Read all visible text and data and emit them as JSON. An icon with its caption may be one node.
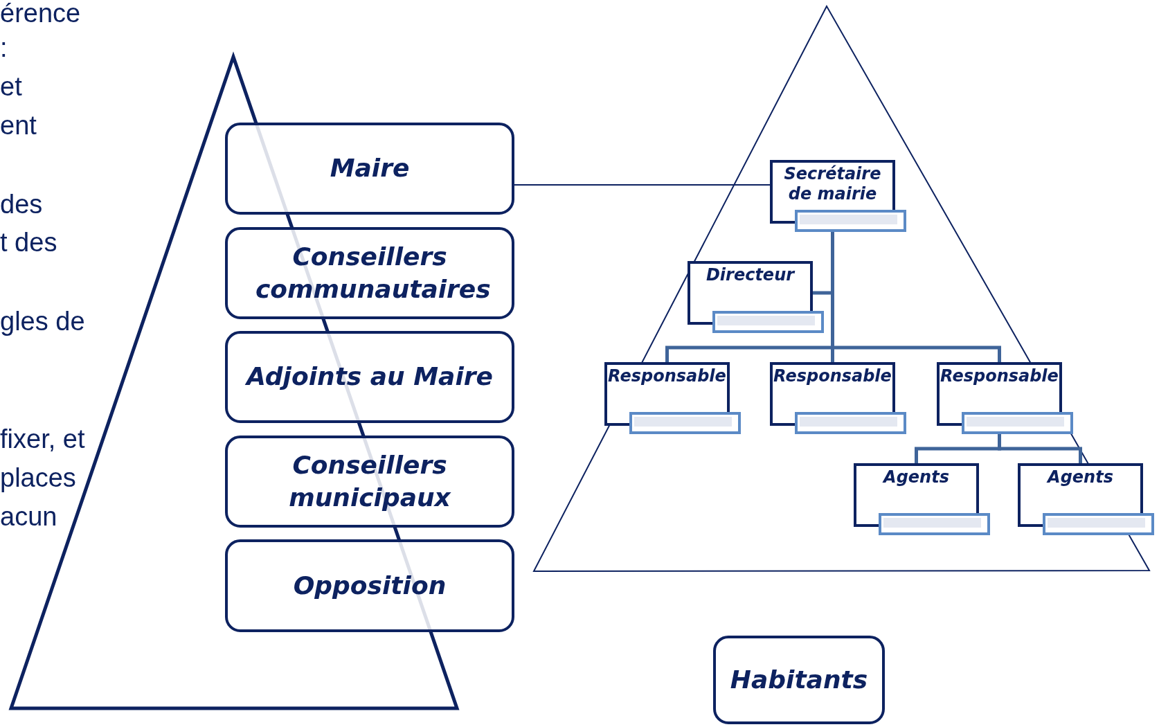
{
  "diagram": {
    "nodes": [
      {
        "text": [
          "Maire"
        ]
      },
      {
        "text": [
          "Conseillers communautaires"
        ]
      },
      {
        "text": [
          "Adjoints au Maire"
        ]
      },
      {
        "text": [
          "Conseillers municipaux"
        ]
      },
      {
        "text": [
          "Opposition"
        ]
      },
      {
        "text": [
          "Secrétaire de mairie"
        ]
      },
      {
        "text": [
          "Directeur"
        ]
      },
      {
        "text": [
          "Responsable"
        ]
      },
      {
        "text": [
          "Responsable"
        ]
      },
      {
        "text": [
          "Responsable"
        ]
      },
      {
        "text": [
          "Agents"
        ]
      },
      {
        "text": [
          "Agents"
        ]
      },
      {
        "text": [
          "Habitants"
        ]
      }
    ],
    "edges": [
      {
        "from": 0,
        "to": 5,
        "arrow": "none"
      },
      {
        "from": 5,
        "to": 6,
        "arrow": "none"
      },
      {
        "from": 5,
        "to": 7,
        "arrow": "none"
      },
      {
        "from": 5,
        "to": 8,
        "arrow": "none"
      },
      {
        "from": 5,
        "to": 9,
        "arrow": "none"
      },
      {
        "from": 9,
        "to": 10,
        "arrow": "none"
      },
      {
        "from": 9,
        "to": 11,
        "arrow": "none"
      }
    ],
    "labels": [
      "érence",
      ":",
      "et",
      "ent",
      "des",
      "t des",
      "gles de",
      "fixer, et",
      "places",
      "acun"
    ]
  }
}
